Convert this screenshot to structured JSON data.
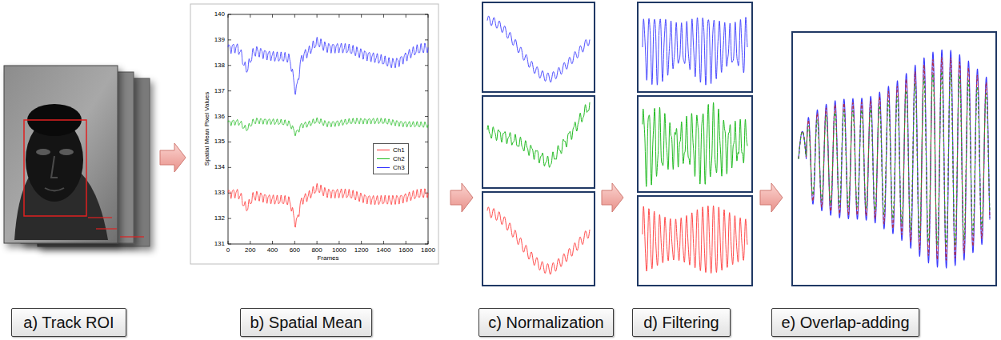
{
  "diagram": {
    "nodes": [
      {
        "text": [
          "a) Track ROI"
        ]
      },
      {
        "text": [
          "b) Spatial Mean"
        ]
      },
      {
        "text": [
          "c) Normalization"
        ]
      },
      {
        "text": [
          "d) Filtering"
        ]
      },
      {
        "text": [
          "e) Overlap-adding"
        ]
      }
    ],
    "labels": [
      "140",
      "139",
      "138",
      "137",
      "136",
      "135",
      "134",
      "133",
      "132",
      "131",
      "0",
      "200",
      "400",
      "600",
      "800",
      "1000",
      "1200",
      "1400",
      "1600",
      "1800",
      "Frames",
      "Spatial Mean Pixel Values"
    ],
    "legend": [
      {
        "text": "Ch1"
      },
      {
        "text": "Ch2"
      },
      {
        "text": "Ch3"
      }
    ]
  }
}
